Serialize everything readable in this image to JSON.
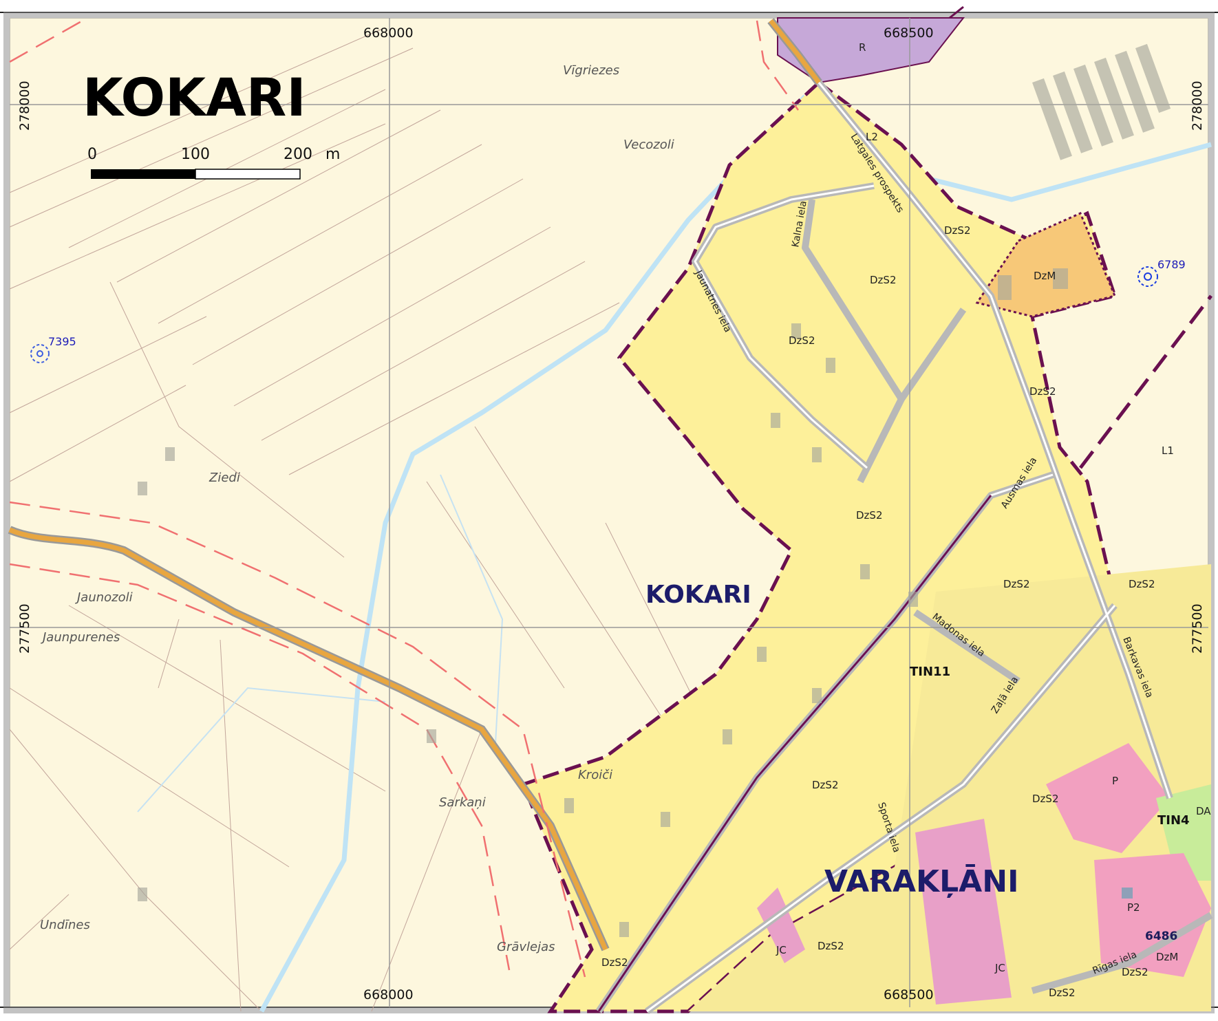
{
  "map_title": "KOKARI",
  "scale_bar": {
    "labels": [
      "0",
      "100",
      "200"
    ],
    "unit": "m"
  },
  "grid": {
    "x_labels": [
      "668000",
      "668500"
    ],
    "y_labels": [
      "278000",
      "277500"
    ]
  },
  "settlements": [
    "KOKARI",
    "VARAKĻĀNI"
  ],
  "places": [
    "Vīgriezes",
    "Vecozoli",
    "Ziedi",
    "Jaunozoli",
    "Jaunpurenes",
    "Kroiči",
    "Sarkaņi",
    "Undīnes",
    "Grāvlejas"
  ],
  "streets": [
    "Latgales prospekts",
    "Kalna iela",
    "Jaunatnes iela",
    "Ausmas iela",
    "Madonas iela",
    "Zaļā iela",
    "Barkavas iela",
    "Sporta iela",
    "Rīgas iela"
  ],
  "zones": [
    "DzS2",
    "DzM",
    "JC",
    "P",
    "P2",
    "R",
    "L1",
    "L2",
    "TIN11",
    "TIN4",
    "DA"
  ],
  "survey_points": [
    "7395",
    "6789",
    "6486"
  ],
  "colors": {
    "background": "#fdf7de",
    "residential_zone": "#fdf09a",
    "dzm_zone": "#f7c878",
    "jc_zone": "#e8a0c8",
    "r_zone": "#c6a8d8",
    "green": "#c8ec9a",
    "road": "#c8c8c8",
    "main_road": "#e8a640",
    "boundary": "#6a1050",
    "water": "#bfe3f5"
  }
}
